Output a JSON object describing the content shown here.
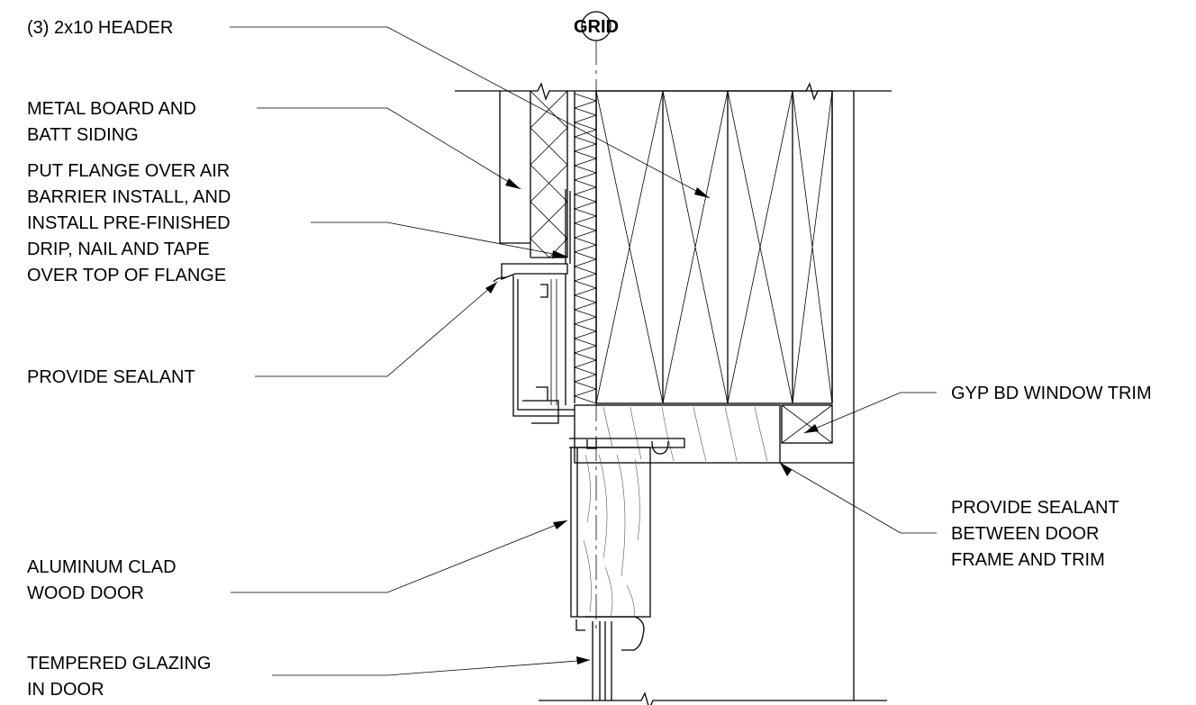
{
  "grid": {
    "label": "GRID"
  },
  "callouts": [
    {
      "id": "header",
      "lines": [
        "(3) 2x10 HEADER"
      ]
    },
    {
      "id": "siding",
      "lines": [
        "METAL BOARD AND",
        "BATT SIDING"
      ]
    },
    {
      "id": "flange",
      "lines": [
        "PUT FLANGE OVER AIR",
        "BARRIER INSTALL,  AND",
        "INSTALL PRE-FINISHED",
        "DRIP, NAIL AND TAPE",
        "OVER TOP OF FLANGE"
      ]
    },
    {
      "id": "sealant",
      "lines": [
        "PROVIDE SEALANT"
      ]
    },
    {
      "id": "door",
      "lines": [
        "ALUMINUM CLAD",
        "WOOD DOOR"
      ]
    },
    {
      "id": "glazing",
      "lines": [
        "TEMPERED GLAZING",
        "IN DOOR"
      ]
    },
    {
      "id": "gyp-trim",
      "lines": [
        "GYP BD WINDOW TRIM"
      ]
    },
    {
      "id": "sealant-trim",
      "lines": [
        "PROVIDE SEALANT",
        "BETWEEN DOOR",
        "FRAME AND TRIM"
      ]
    }
  ]
}
